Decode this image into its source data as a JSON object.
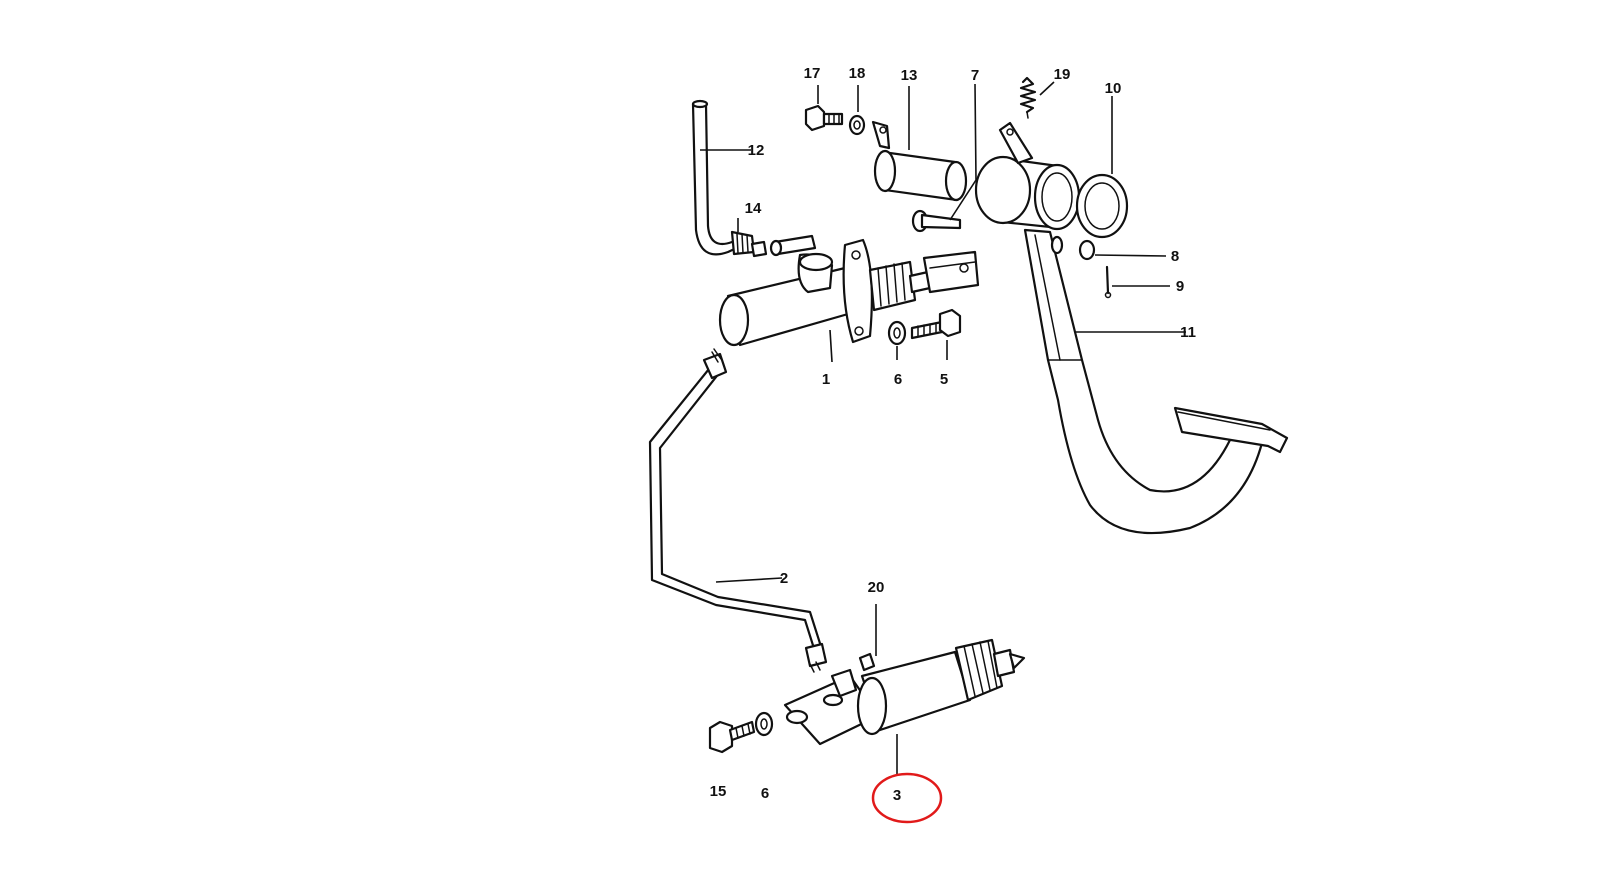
{
  "callouts": {
    "c1": "1",
    "c2": "2",
    "c3": "3",
    "c5": "5",
    "c6a": "6",
    "c6b": "6",
    "c7": "7",
    "c8": "8",
    "c9": "9",
    "c10": "10",
    "c11": "11",
    "c12": "12",
    "c13": "13",
    "c14": "14",
    "c15": "15",
    "c17": "17",
    "c18": "18",
    "c19": "19",
    "c20": "20"
  },
  "highlight": {
    "part": "3",
    "color": "#e11a1a"
  }
}
